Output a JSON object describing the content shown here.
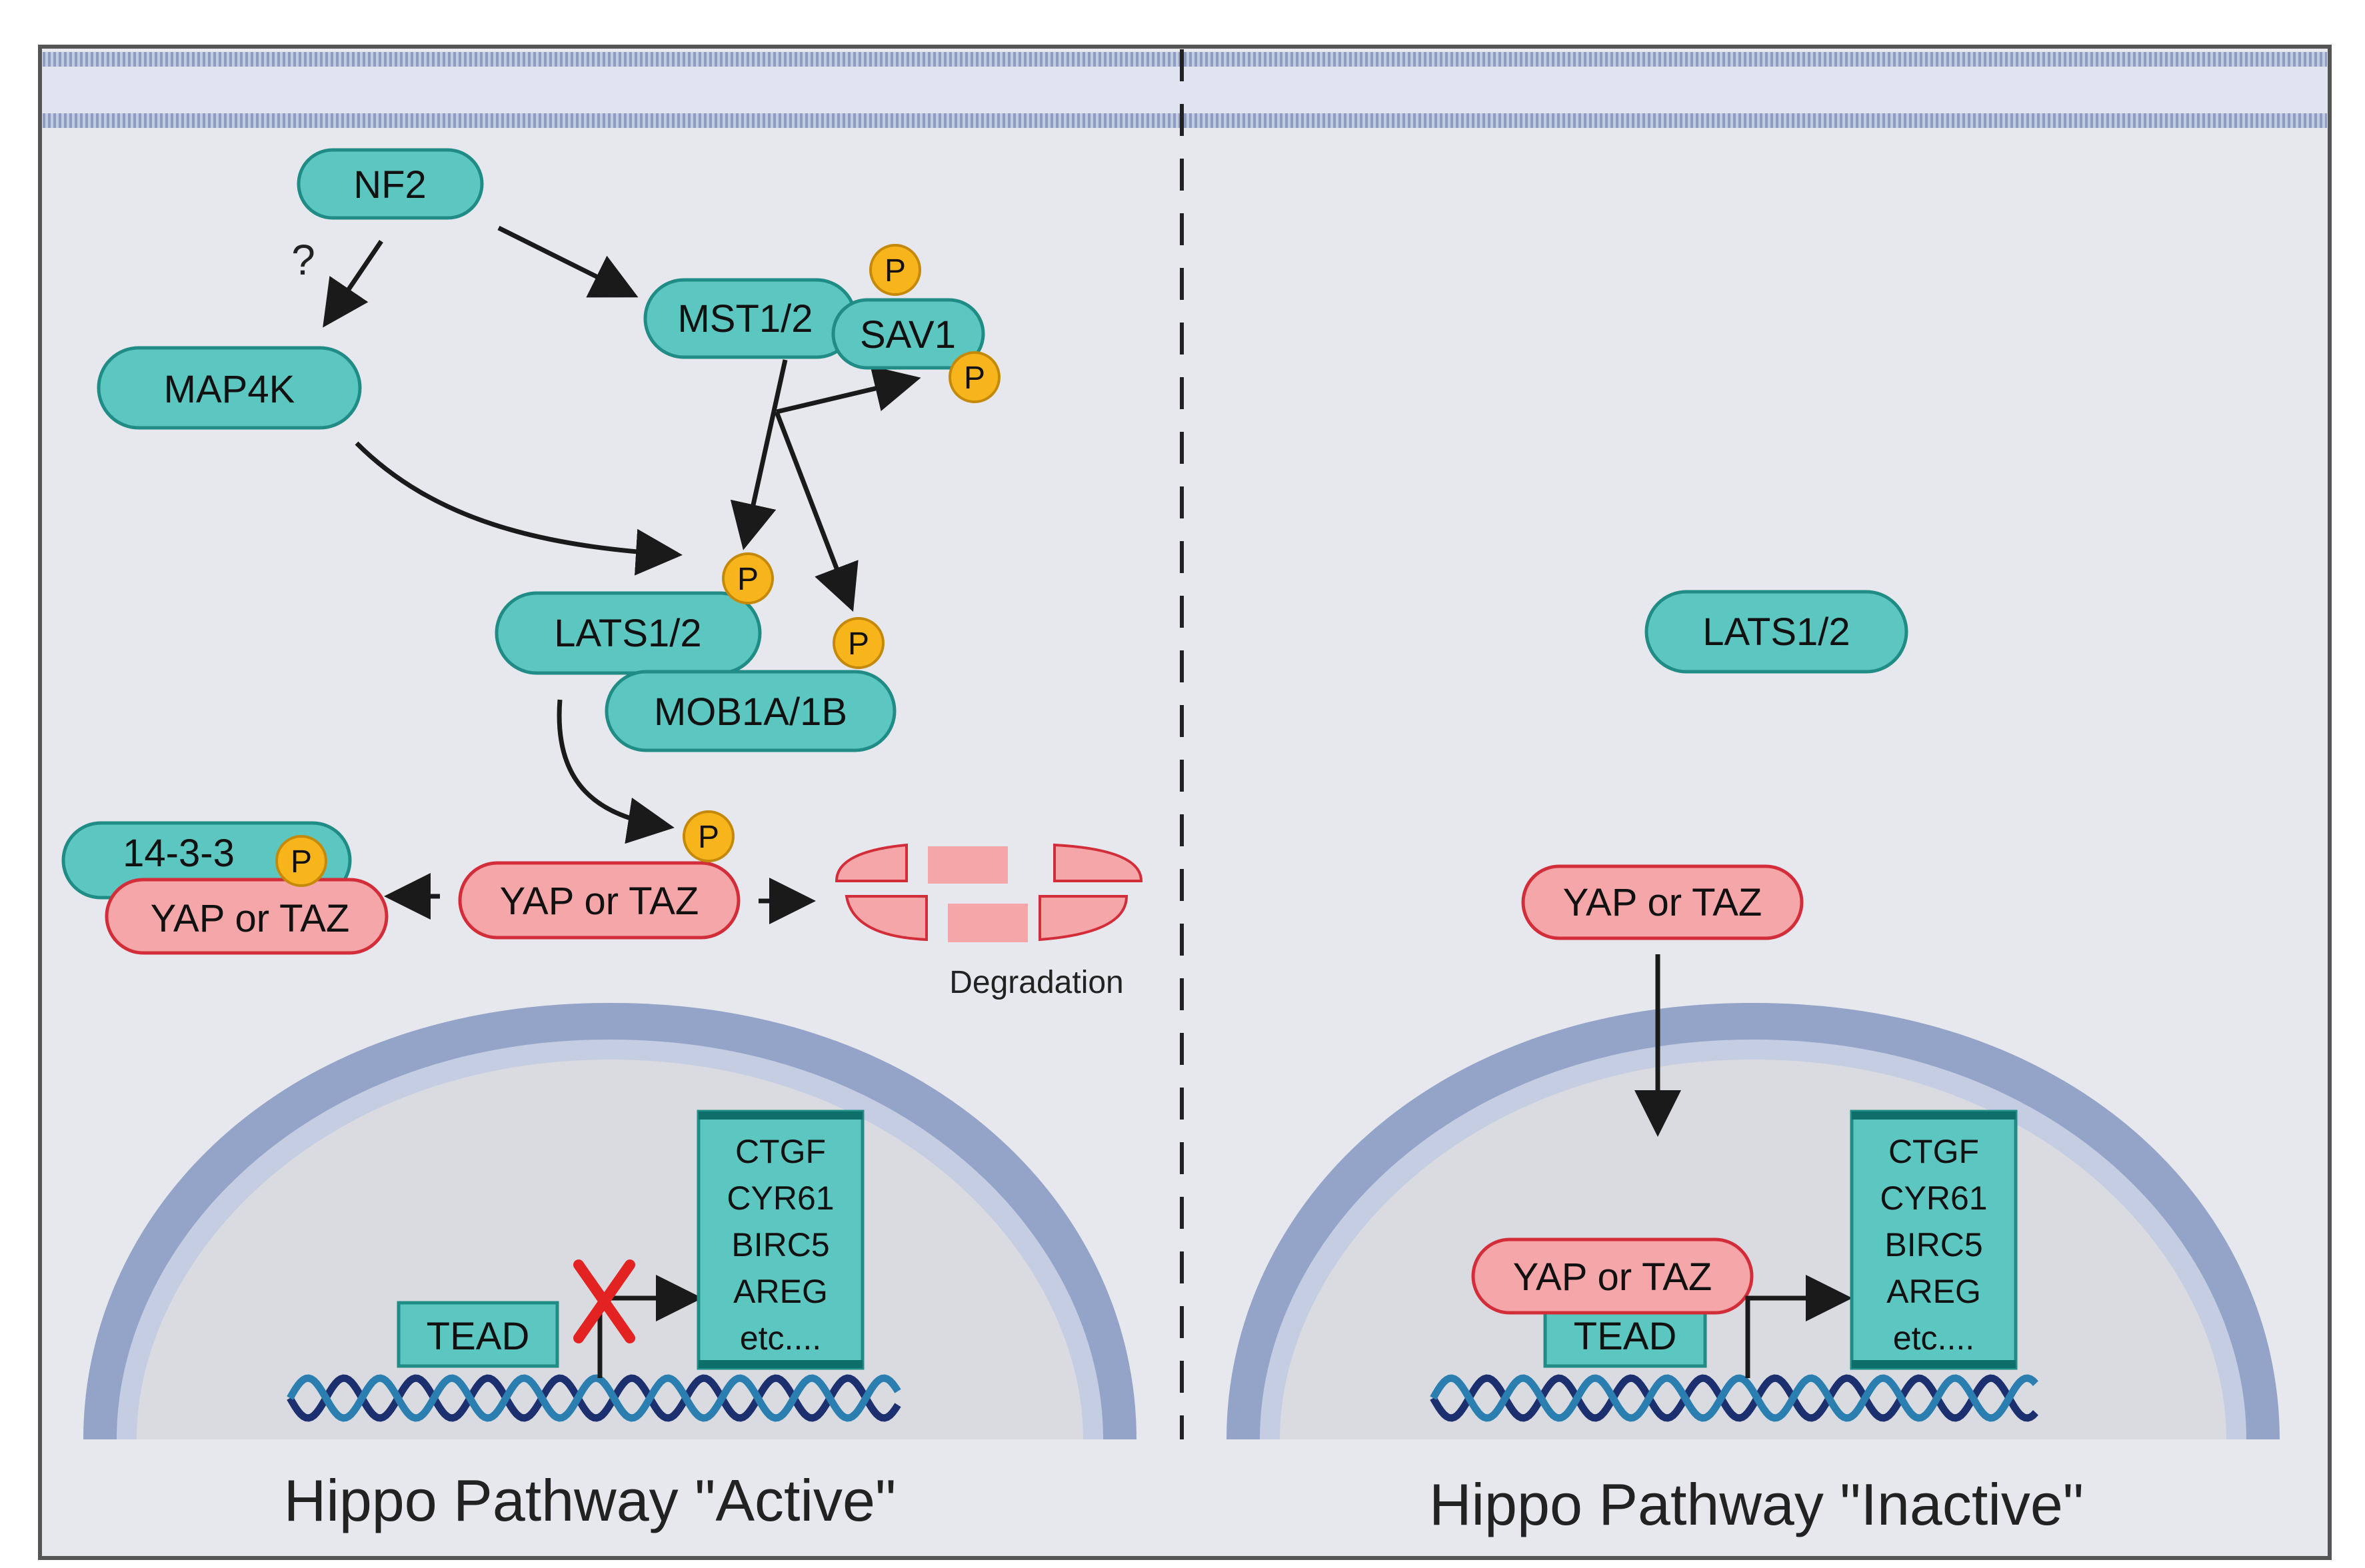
{
  "colors": {
    "panel_bg": "#e6e8ed",
    "membrane": "#aab6d6",
    "teal_fill": "#5cc6c0",
    "teal_stroke": "#1f8c86",
    "red_fill": "#f4a6a8",
    "red_stroke": "#d32d3a",
    "phospho_fill": "#f7b51b",
    "phospho_stroke": "#c5890a",
    "nucleus_ring": "#94a4c8",
    "nucleus_fill": "#d9dbe0",
    "dna_dark": "#1c2f6e",
    "dna_light": "#2b7fb0",
    "block_x": "#e32222"
  },
  "left_panel": {
    "caption": "Hippo Pathway \"Active\"",
    "nf2": "NF2",
    "question": "?",
    "map4k": "MAP4K",
    "mst": "MST1/2",
    "sav1": "SAV1",
    "lats": "LATS1/2",
    "mob1": "MOB1A/1B",
    "protein_1433": "14-3-3",
    "yap_bound": "YAP or TAZ",
    "yap_center": "YAP or TAZ",
    "degradation": "Degradation",
    "tead": "TEAD",
    "phospho": "P",
    "targets": [
      "CTGF",
      "CYR61",
      "BIRC5",
      "AREG",
      "etc...."
    ]
  },
  "right_panel": {
    "caption": "Hippo Pathway \"Inactive\"",
    "lats": "LATS1/2",
    "yap_cyto": "YAP or TAZ",
    "yap_nuclear": "YAP or TAZ",
    "tead": "TEAD",
    "targets": [
      "CTGF",
      "CYR61",
      "BIRC5",
      "AREG",
      "etc...."
    ]
  },
  "icons": [
    "arrow-icon",
    "dna-helix-icon",
    "block-x-icon",
    "phosphate-icon",
    "promoter-arrow-icon"
  ]
}
